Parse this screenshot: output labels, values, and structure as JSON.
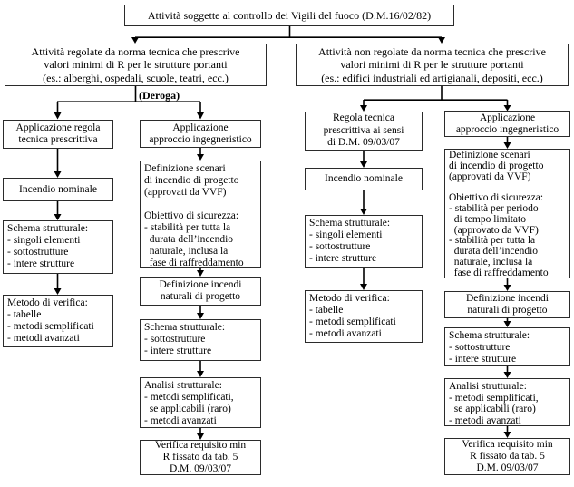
{
  "root": {
    "title": "Attività soggette al controllo dei Vigili del fuoco (D.M.16/02/82)"
  },
  "left_branch": {
    "header": "Attività regolate da norma tecnica che prescrive\nvalori minimi di R per le strutture portanti\n(es.: alberghi, ospedali, scuole, teatri, ecc.)",
    "deroga_label": "(Deroga)",
    "prescriptive": {
      "application": "Applicazione regola\ntecnica prescrittiva",
      "nominal_fire": "Incendio nominale",
      "structural_scheme": "Schema strutturale:\n- singoli elementi\n- sottostrutture\n- intere strutture",
      "verification_method": "Metodo di verifica:\n- tabelle\n- metodi semplificati\n- metodi avanzati"
    },
    "engineering": {
      "application": "Applicazione\napproccio ingegneristico",
      "fire_scenarios": "Definizione scenari\ndi incendio di progetto\n(approvati da VVF)\n\nObiettivo di sicurezza:\n- stabilità per tutta la\n  durata dell’incendio\n  naturale, inclusa la\n  fase di raffreddamento",
      "natural_fires": "Definizione incendi\nnaturali di progetto",
      "structural_scheme": "Schema strutturale:\n- sottostrutture\n- intere strutture",
      "structural_analysis": "Analisi strutturale:\n- metodi semplificati,\n  se applicabili (raro)\n- metodi avanzati",
      "verification": "Verifica requisito min\nR fissato da tab. 5\nD.M. 09/03/07"
    }
  },
  "right_branch": {
    "header": "Attività non regolate da norma tecnica che prescrive\nvalori minimi di R per le strutture portanti\n(es.: edifici industriali ed artigianali, depositi, ecc.)",
    "prescriptive": {
      "rule": "Regola tecnica\nprescrittiva ai sensi\ndi D.M. 09/03/07",
      "nominal_fire": "Incendio nominale",
      "structural_scheme": "Schema strutturale:\n- singoli elementi\n- sottostrutture\n- intere strutture",
      "verification_method": "Metodo di verifica:\n- tabelle\n- metodi semplificati\n- metodi avanzati"
    },
    "engineering": {
      "application": "Applicazione\napproccio ingegneristico",
      "fire_scenarios": "Definizione scenari\ndi incendio di progetto\n(approvati da VVF)\n\nObiettivo di sicurezza:\n- stabilità per periodo\n  di tempo limitato\n  (approvato da VVF)\n- stabilità per tutta la\n  durata dell’incendio\n  naturale, inclusa la\n  fase di raffreddamento",
      "natural_fires": "Definizione incendi\nnaturali di progetto",
      "structural_scheme": "Schema strutturale:\n- sottostrutture\n- intere strutture",
      "structural_analysis": "Analisi strutturale:\n- metodi semplificati,\n  se applicabili (raro)\n- metodi avanzati",
      "verification": "Verifica requisito min\nR fissato da tab. 5\nD.M. 09/03/07"
    }
  },
  "colors": {
    "background": "#ffffff",
    "box_border": "#2b2b2b",
    "connector": "#000000",
    "text": "#000000"
  }
}
